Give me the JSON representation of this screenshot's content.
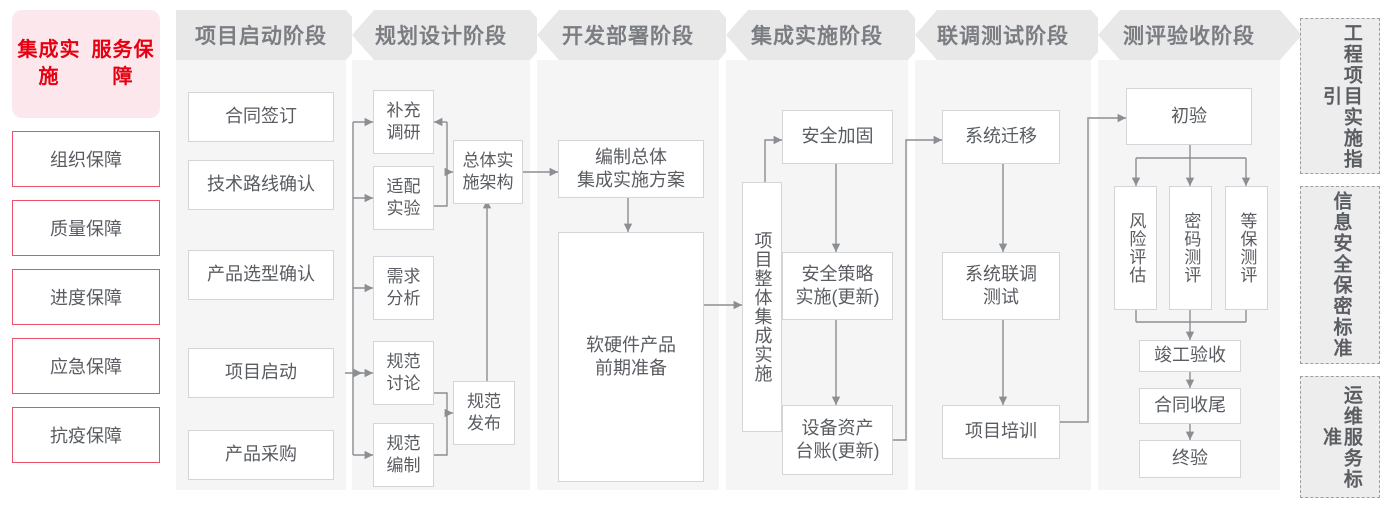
{
  "left_panel": {
    "brand": {
      "line1": "集成实施",
      "line2": "服务保障"
    },
    "guarantees": [
      {
        "label": "组织保障"
      },
      {
        "label": "质量保障"
      },
      {
        "label": "进度保障"
      },
      {
        "label": "应急保障"
      },
      {
        "label": "抗疫保障"
      }
    ]
  },
  "phases": [
    {
      "id": "p1",
      "title": "项目启动阶段",
      "nodes": [
        {
          "label": "合同签订"
        },
        {
          "label": "技术路线确认"
        },
        {
          "label": "产品选型确认"
        },
        {
          "label": "项目启动"
        },
        {
          "label": "产品采购"
        }
      ]
    },
    {
      "id": "p2",
      "title": "规划设计阶段",
      "nodes": [
        {
          "label": "补充\n调研"
        },
        {
          "label": "适配\n实验"
        },
        {
          "label": "需求\n分析"
        },
        {
          "label": "规范\n讨论"
        },
        {
          "label": "规范\n编制"
        },
        {
          "label": "总体实\n施架构"
        },
        {
          "label": "规范\n发布"
        }
      ]
    },
    {
      "id": "p3",
      "title": "开发部署阶段",
      "nodes": [
        {
          "label": "编制总体\n集成实施方案"
        },
        {
          "label": "软硬件产品\n前期准备"
        }
      ]
    },
    {
      "id": "p4",
      "title": "集成实施阶段",
      "nodes": [
        {
          "label": "项目整体集成实施"
        },
        {
          "label": "安全加固"
        },
        {
          "label": "安全策略\n实施(更新)"
        },
        {
          "label": "设备资产\n台账(更新)"
        }
      ]
    },
    {
      "id": "p5",
      "title": "联调测试阶段",
      "nodes": [
        {
          "label": "系统迁移"
        },
        {
          "label": "系统联调\n测试"
        },
        {
          "label": "项目培训"
        }
      ]
    },
    {
      "id": "p6",
      "title": "测评验收阶段",
      "nodes": [
        {
          "label": "初验"
        },
        {
          "label": "风险评估"
        },
        {
          "label": "密码测评"
        },
        {
          "label": "等保测评"
        },
        {
          "label": "竣工验收"
        },
        {
          "label": "合同收尾"
        },
        {
          "label": "终验"
        }
      ]
    }
  ],
  "standards": [
    {
      "label": "工程项目实施指引"
    },
    {
      "label": "信息安全保密标准"
    },
    {
      "label": "运维服务标准"
    }
  ],
  "colors": {
    "brand_red": "#e60012",
    "brand_pink_bg": "#fce8ec",
    "guarantee_border": "#e8536b",
    "phase_header_bg": "#e8e8e8",
    "phase_body_bg": "#f5f5f5",
    "node_border": "#d3d5d8",
    "text_gray": "#595c61",
    "wire_gray": "#8b8e93"
  }
}
